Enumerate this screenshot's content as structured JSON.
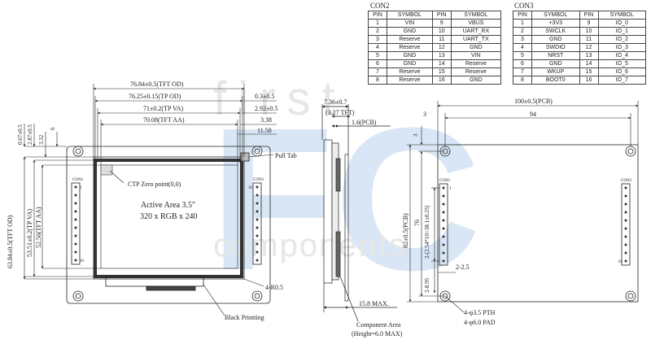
{
  "watermark": {
    "line1": "first",
    "line2": "FC",
    "line3": "components"
  },
  "con2": {
    "title": "CON2",
    "headers": [
      "PIN",
      "SYMBOL",
      "PIN",
      "SYMBOL"
    ],
    "rows": [
      [
        "1",
        "VIN",
        "9",
        "VBUS"
      ],
      [
        "2",
        "GND",
        "10",
        "UART_RX"
      ],
      [
        "3",
        "Reserve",
        "11",
        "UART_TX"
      ],
      [
        "4",
        "Reserve",
        "12",
        "GND"
      ],
      [
        "5",
        "GND",
        "13",
        "VIN"
      ],
      [
        "6",
        "GND",
        "14",
        "Reserve"
      ],
      [
        "7",
        "Reserve",
        "15",
        "Reserve"
      ],
      [
        "8",
        "Reserve",
        "16",
        "GND"
      ]
    ]
  },
  "con3": {
    "title": "CON3",
    "headers": [
      "PIN",
      "SYMBOL",
      "PIN",
      "SYMBOL"
    ],
    "rows": [
      [
        "1",
        "+3V3",
        "9",
        "IO_0"
      ],
      [
        "2",
        "SWCLK",
        "10",
        "IO_1"
      ],
      [
        "3",
        "GND",
        "11",
        "IO_2"
      ],
      [
        "4",
        "SWDIO",
        "12",
        "IO_3"
      ],
      [
        "5",
        "NRST",
        "13",
        "IO_4"
      ],
      [
        "6",
        "GND",
        "14",
        "IO_5"
      ],
      [
        "7",
        "WKUP",
        "15",
        "IO_6"
      ],
      [
        "8",
        "BOOT0",
        "16",
        "IO_7"
      ]
    ]
  },
  "front": {
    "tft_od": "76.84±0.5(TFT OD)",
    "tp_od": "76.25±0.15(TP OD)",
    "tp_va": "71±0.2(TP VA)",
    "tft_aa": "70.08(TFT AA)",
    "r03": "0.3±0.5",
    "r292": "2.92±0.5",
    "r338": "3.38",
    "r1158": "11.58",
    "l067": "0.67±0.5",
    "l287": "2.87±0.5",
    "l332": "3.32",
    "l6": "6",
    "v_tft_od": "63.84±0.5(TFT OD)",
    "v_tp_va": "53.51±0.2(TP VA)",
    "v_tft_aa": "52.56(TFT AA)",
    "pull_tab": "Pull Tab",
    "ctp_zero": "CTP Zero point(0,0)",
    "active_area": "Active Area 3.5\"",
    "resolution": "320 x RGB x 240",
    "radius": "4-R0.5",
    "black_printing": "Black Printting",
    "con2_label": "CON2",
    "con3_label": "CON3",
    "pin1": "1",
    "pin16": "16",
    "pin10": "10"
  },
  "side": {
    "thick": "7.36±0.7",
    "tft": "(3.27 TFT)",
    "pcb": "1.6(PCB)",
    "max": "15.8 MAX.",
    "component_area": "Component Area",
    "height": "(Height=6.0 MAX)"
  },
  "back": {
    "pcb_w": "100±0.5(PCB)",
    "w94": "94",
    "w3": "3",
    "h3": "3",
    "pcb_h": "82±0.5(PCB)",
    "h76": "76",
    "pitch": "2-[2.54*10=38.1±0.25]",
    "v25": "2-2.5",
    "v895": "2-8.95",
    "pth": "4-φ3.5 PTH",
    "pad": "4-φ6.0 PAD",
    "con2_label": "CON2",
    "con3_label": "CON3",
    "pin1": "1",
    "pin10": "10"
  }
}
